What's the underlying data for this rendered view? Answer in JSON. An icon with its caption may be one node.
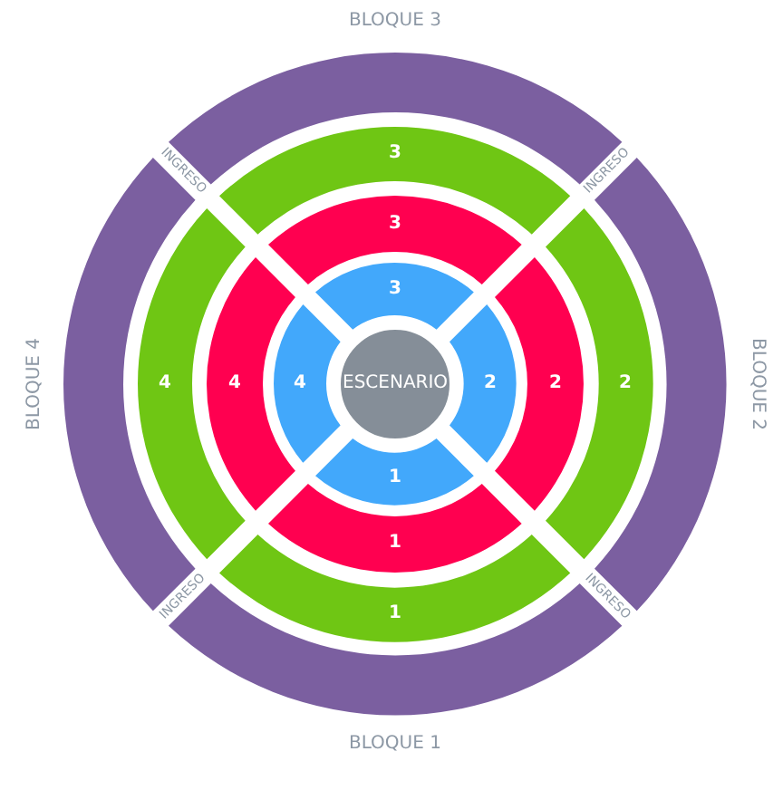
{
  "diagram": {
    "nodes": [
      {
        "text": [
          "BLOQUE 3"
        ]
      },
      {
        "text": [
          "BLOQUE 4"
        ]
      },
      {
        "text": [
          "BLOQUE 2"
        ]
      },
      {
        "text": [
          "BLOQUE 1"
        ]
      },
      {
        "text": [
          "3"
        ]
      },
      {
        "text": [
          "3"
        ]
      },
      {
        "text": [
          "3"
        ]
      },
      {
        "text": [
          "4"
        ]
      },
      {
        "text": [
          "4"
        ]
      },
      {
        "text": [
          "4"
        ]
      },
      {
        "text": [
          "ESCENARIO"
        ]
      },
      {
        "text": [
          "2"
        ]
      },
      {
        "text": [
          "2"
        ]
      },
      {
        "text": [
          "2"
        ]
      },
      {
        "text": [
          "1"
        ]
      },
      {
        "text": [
          "1"
        ]
      },
      {
        "text": [
          "1"
        ]
      }
    ],
    "labels": [
      "INGRESO",
      "INGRESO",
      "INGRESO",
      "INGRESO"
    ]
  }
}
